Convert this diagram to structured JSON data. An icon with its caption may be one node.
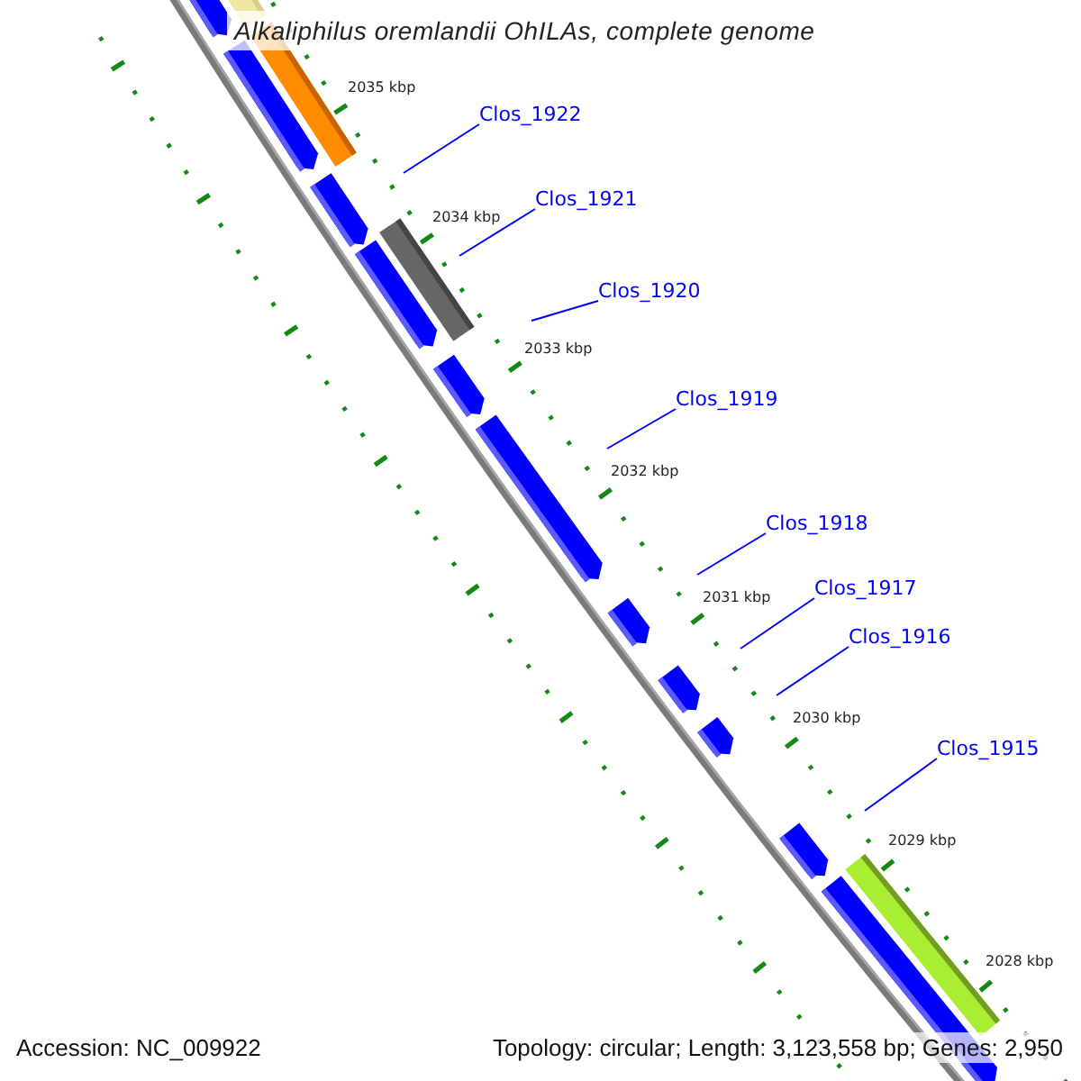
{
  "diagram": {
    "title": "Alkaliphilus oremlandii OhILAs, complete genome",
    "nodes": [
      {
        "text": [
          "Clos_1922"
        ]
      },
      {
        "text": [
          "Clos_1921"
        ]
      },
      {
        "text": [
          "Clos_1920"
        ]
      },
      {
        "text": [
          "Clos_1919"
        ]
      },
      {
        "text": [
          "Clos_1918"
        ]
      },
      {
        "text": [
          "Clos_1917"
        ]
      },
      {
        "text": [
          "Clos_1916"
        ]
      },
      {
        "text": [
          "Clos_1915"
        ]
      }
    ],
    "edges": [
      {
        "from": 0,
        "to": null,
        "arrow": "none"
      },
      {
        "from": 1,
        "to": null,
        "arrow": "none"
      },
      {
        "from": 2,
        "to": null,
        "arrow": "none"
      },
      {
        "from": 3,
        "to": null,
        "arrow": "none"
      },
      {
        "from": 4,
        "to": null,
        "arrow": "none"
      },
      {
        "from": 5,
        "to": null,
        "arrow": "none"
      },
      {
        "from": 6,
        "to": null,
        "arrow": "none"
      },
      {
        "from": 7,
        "to": null,
        "arrow": "none"
      }
    ],
    "labels": [
      "2035 kbp",
      "2034 kbp",
      "2033 kbp",
      "2032 kbp",
      "2031 kbp",
      "2030 kbp",
      "2029 kbp",
      "2028 kbp",
      "Accession: NC_009922",
      "Topology: circular; Length: 3,123,558 bp; Genes: 2,950"
    ]
  }
}
